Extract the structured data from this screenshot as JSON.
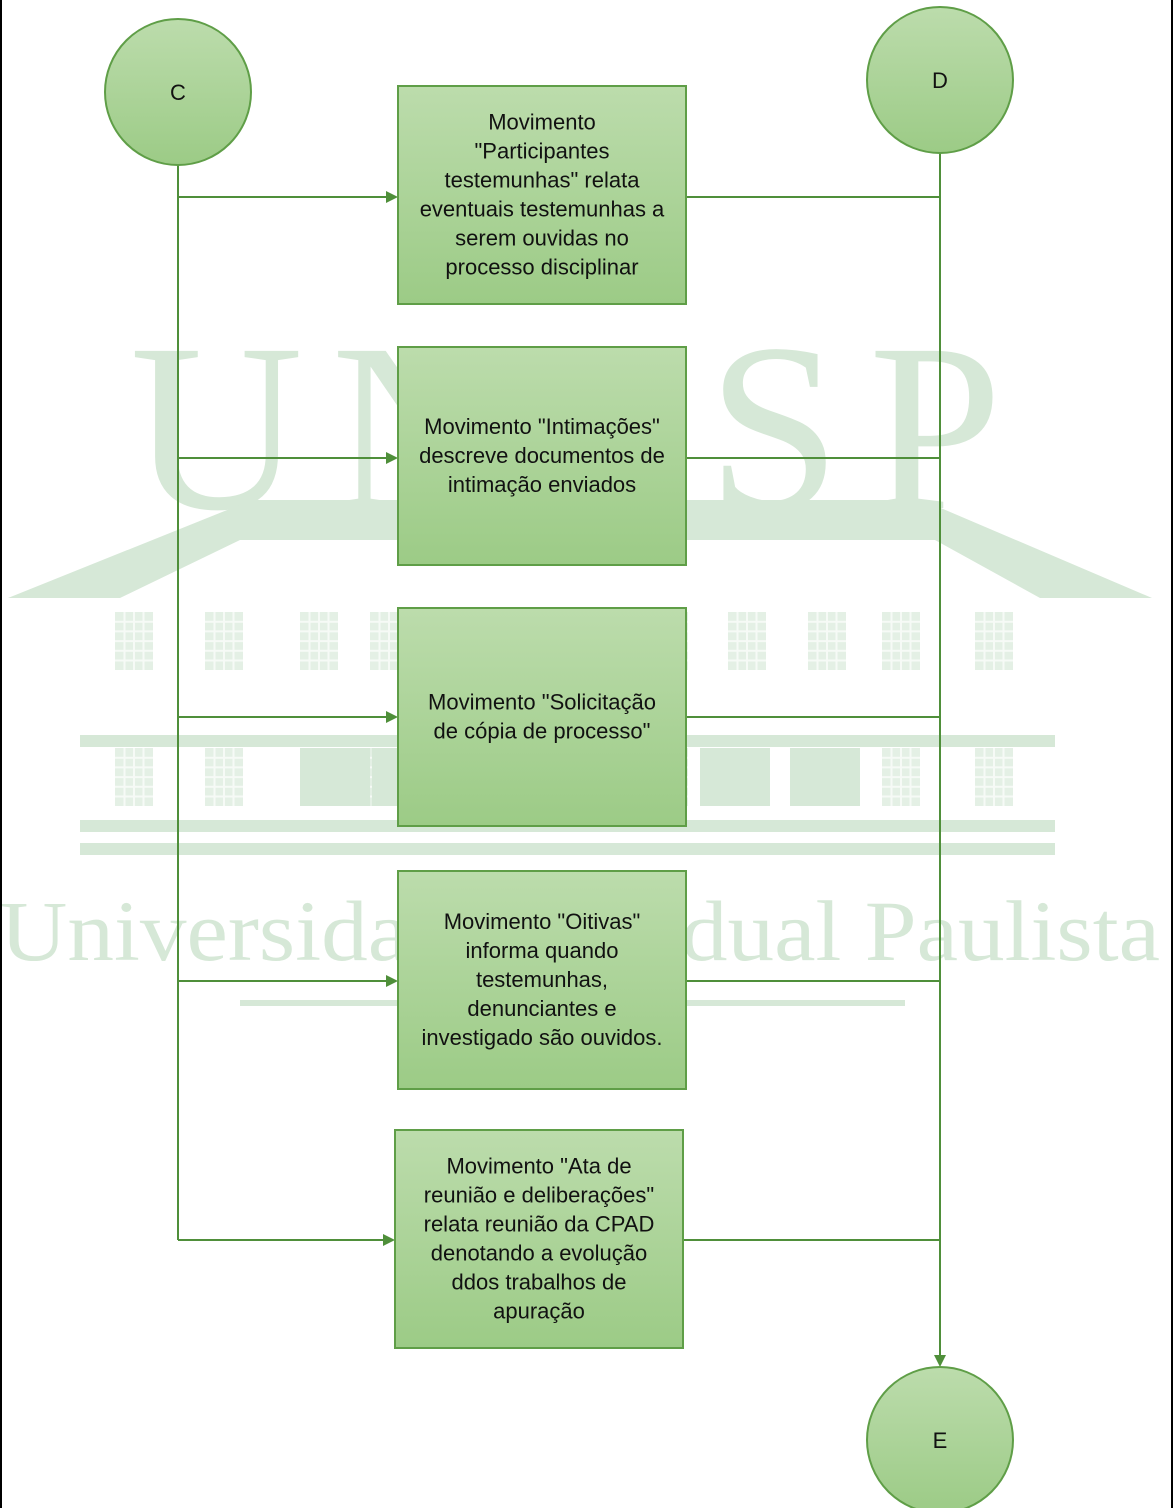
{
  "colors": {
    "box_fill_top": "#bcdcac",
    "box_fill_bottom": "#9ccb86",
    "box_stroke": "#5f9e47",
    "connector": "#4f8f3a",
    "watermark": "#d6e8d7",
    "border": "#000000"
  },
  "watermark": {
    "logo_text": "UNESP",
    "tagline": "Universidade Estadual Paulista"
  },
  "connectors": [
    {
      "id": "C",
      "label": "C"
    },
    {
      "id": "D",
      "label": "D"
    },
    {
      "id": "E",
      "label": "E"
    }
  ],
  "boxes": [
    {
      "id": "b1",
      "lines": [
        "Movimento",
        "\"Participantes",
        "testemunhas\" relata",
        "eventuais testemunhas a",
        "serem ouvidas no",
        "processo disciplinar"
      ]
    },
    {
      "id": "b2",
      "lines": [
        "Movimento \"Intimações\"",
        "descreve documentos de",
        "intimação enviados"
      ]
    },
    {
      "id": "b3",
      "lines": [
        "Movimento \"Solicitação",
        "de cópia de processo\""
      ]
    },
    {
      "id": "b4",
      "lines": [
        "Movimento \"Oitivas\"",
        "informa quando",
        "testemunhas,",
        "denunciantes e",
        "investigado são ouvidos."
      ]
    },
    {
      "id": "b5",
      "lines": [
        "Movimento \"Ata de",
        "reunião e deliberações\"",
        "relata reunião da CPAD",
        "denotando a evolução",
        "ddos trabalhos de",
        "apuração"
      ]
    }
  ],
  "edges": [
    {
      "from": "C",
      "to": "b1"
    },
    {
      "from": "C",
      "to": "b2"
    },
    {
      "from": "C",
      "to": "b3"
    },
    {
      "from": "C",
      "to": "b4"
    },
    {
      "from": "C",
      "to": "b5"
    },
    {
      "from": "b1",
      "to": "D"
    },
    {
      "from": "b2",
      "to": "D"
    },
    {
      "from": "b3",
      "to": "D"
    },
    {
      "from": "b4",
      "to": "D"
    },
    {
      "from": "b5",
      "to": "D"
    },
    {
      "from": "D",
      "to": "E"
    }
  ]
}
